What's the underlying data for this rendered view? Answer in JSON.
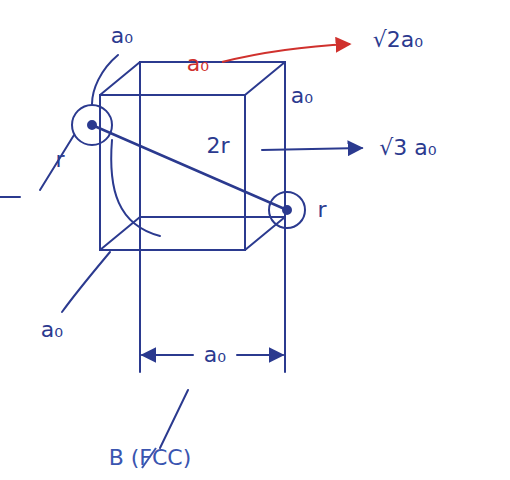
{
  "diagram": {
    "labels": [
      "a₀",
      "a₀",
      "√2a₀",
      "a₀",
      "√3 a₀",
      "2r",
      "r",
      "r",
      "a₀",
      "a₀",
      "B (FCC)"
    ]
  }
}
